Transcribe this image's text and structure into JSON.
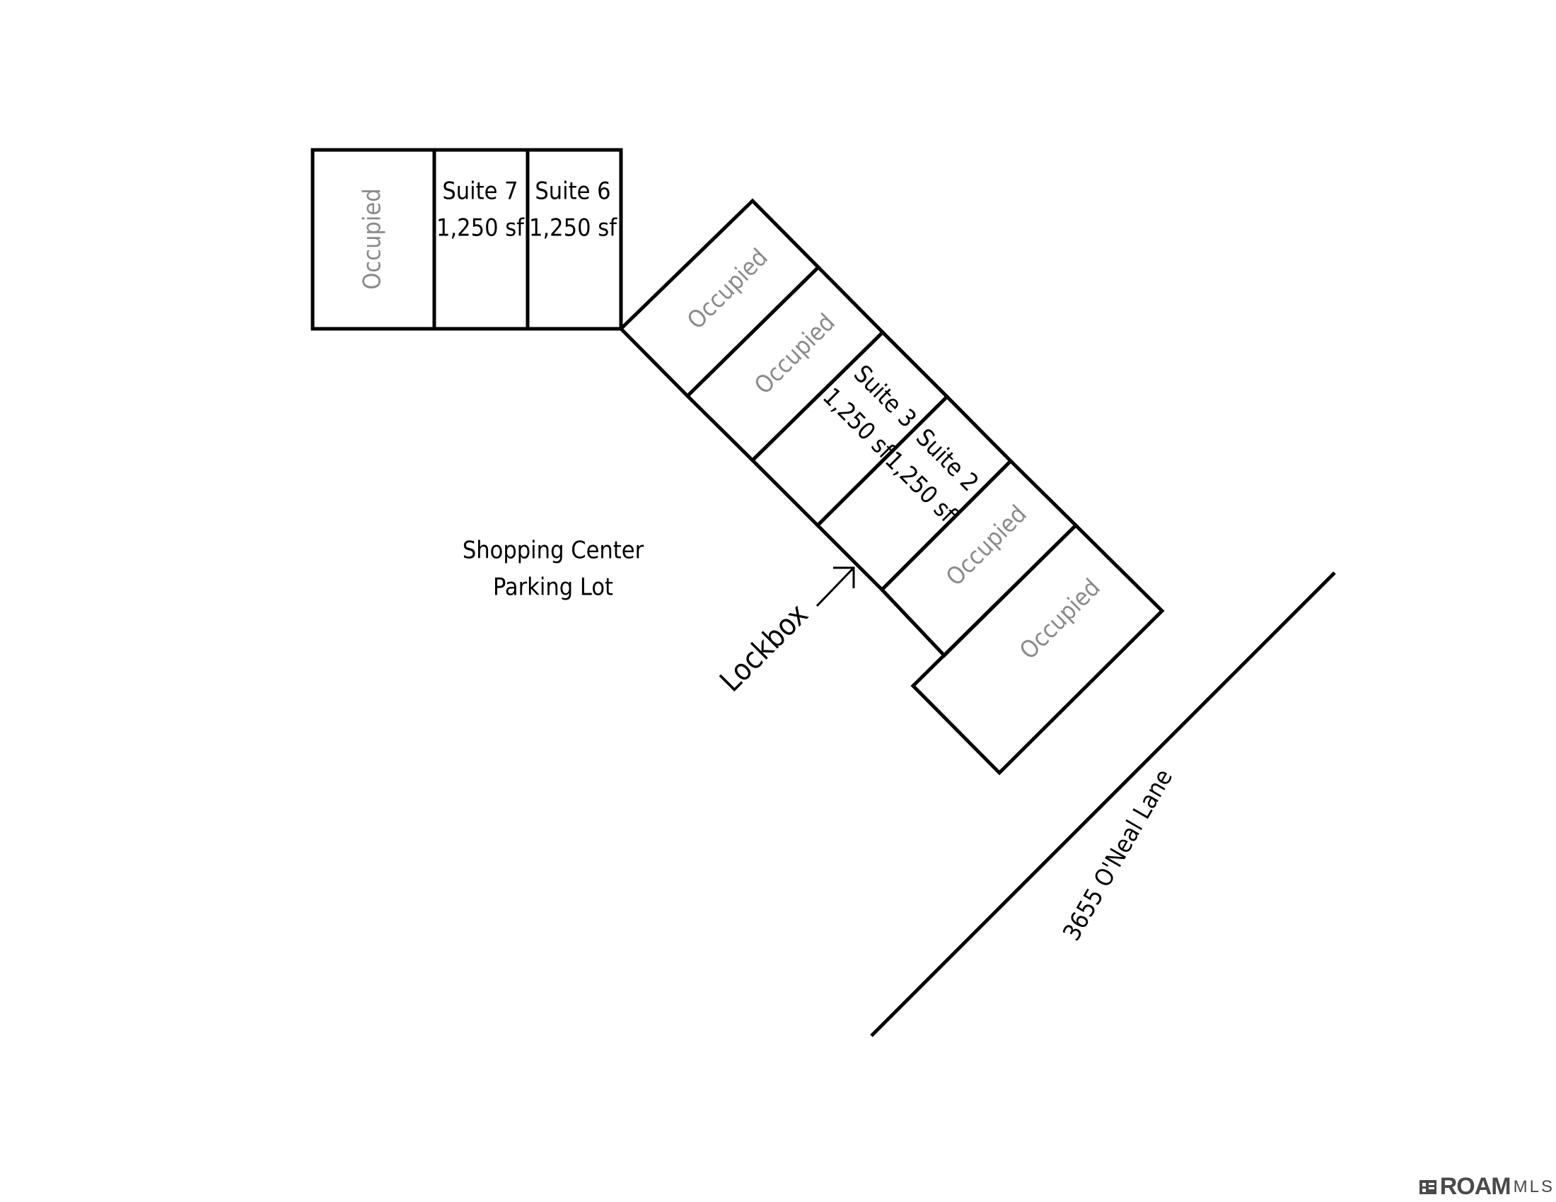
{
  "plan": {
    "top_row": [
      {
        "id": "occupied-a",
        "status": "Occupied"
      },
      {
        "id": "suite-7",
        "name": "Suite 7",
        "area": "1,250 sf"
      },
      {
        "id": "suite-6",
        "name": "Suite 6",
        "area": "1,250 sf"
      }
    ],
    "diagonal_row": [
      {
        "id": "occupied-b",
        "status": "Occupied"
      },
      {
        "id": "occupied-c",
        "status": "Occupied"
      },
      {
        "id": "suite-3",
        "name": "Suite 3",
        "area": "1,250 sf"
      },
      {
        "id": "suite-2",
        "name": "Suite 2",
        "area": "1,250 sf"
      },
      {
        "id": "occupied-d",
        "status": "Occupied"
      },
      {
        "id": "occupied-e",
        "status": "Occupied"
      }
    ]
  },
  "parking_lot": {
    "line1": "Shopping Center",
    "line2": "Parking Lot"
  },
  "lockbox_label": "Lockbox",
  "street_label": "3655 O'Neal Lane",
  "watermark": {
    "brand": "ROAM",
    "suffix": "MLS"
  }
}
